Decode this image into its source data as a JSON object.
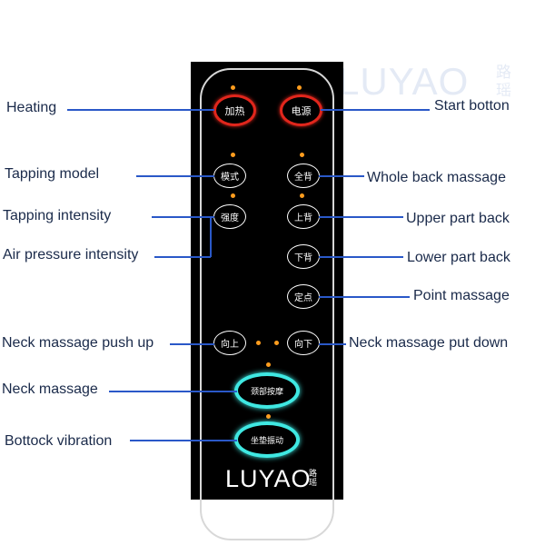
{
  "watermark": {
    "text": "LUYAO",
    "chinese": "路瑶"
  },
  "remote": {
    "buttons": {
      "heating": "加热",
      "power": "电源",
      "mode": "模式",
      "whole_back": "全背",
      "intensity": "强度",
      "upper_back": "上背",
      "lower_back": "下背",
      "point": "定点",
      "up": "向上",
      "down": "向下",
      "neck_massage": "颈部按摩",
      "cushion_vibration": "坐垫振动"
    },
    "logo": "LUYAO",
    "logo_chinese": "路瑶"
  },
  "labels": {
    "heating": "Heating",
    "start_button": "Start botton",
    "tapping_model": "Tapping model",
    "whole_back": "Whole back massage",
    "tapping_intensity": "Tapping intensity",
    "upper_back": "Upper part back",
    "air_pressure": "Air pressure intensity",
    "lower_back": "Lower part back",
    "point_massage": "Point massage",
    "neck_push_up": "Neck massage push up",
    "neck_put_down": "Neck massage put down",
    "neck_massage": "Neck massage",
    "buttock_vibration": "Bottock  vibration"
  },
  "colors": {
    "accent_red": "#e1261c",
    "accent_cyan": "#3fe8e2",
    "indicator": "#ff9d1e",
    "line": "#2a58c8"
  }
}
